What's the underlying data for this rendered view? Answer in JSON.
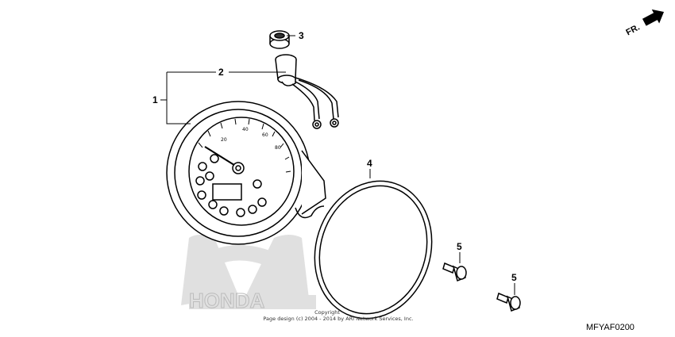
{
  "callouts": {
    "c1": "1",
    "c2": "2",
    "c3": "3",
    "c4": "4",
    "c5a": "5",
    "c5b": "5"
  },
  "orientation": {
    "label": "FR."
  },
  "footer": {
    "copyright": "Copyright",
    "page_notice": "Page design (c) 2004 - 2014 by ARI Network Services, Inc.",
    "diagram_code": "MFYAF0200"
  },
  "watermark": {
    "text": "HONDA"
  },
  "gauge_scale": {
    "ticks": [
      "20",
      "40",
      "60",
      "80"
    ]
  },
  "icons": {
    "arrow": "arrow-right-icon",
    "watermark": "honda-wing-logo-icon"
  }
}
